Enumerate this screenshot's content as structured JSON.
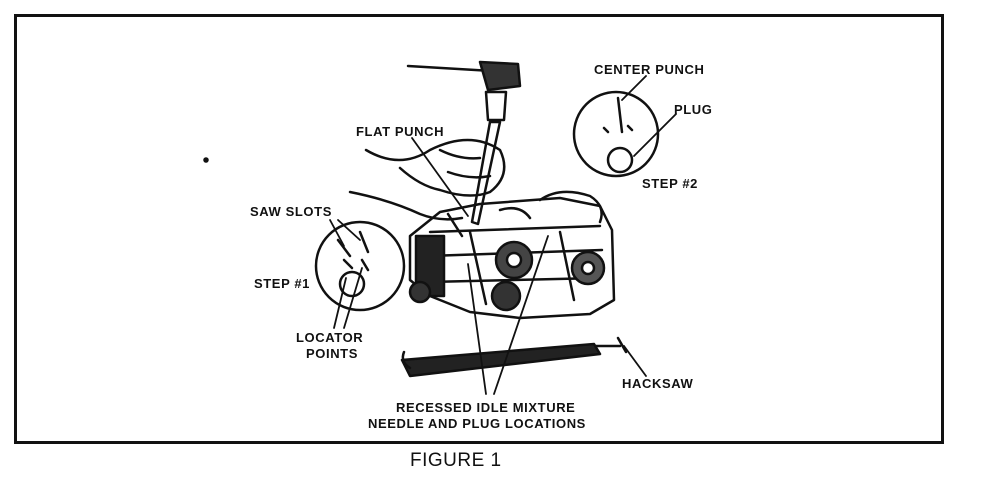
{
  "figure": {
    "caption": "FIGURE 1",
    "labels": {
      "center_punch": "CENTER PUNCH",
      "plug": "PLUG",
      "flat_punch": "FLAT PUNCH",
      "step2": "STEP #2",
      "saw_slots": "SAW SLOTS",
      "step1": "STEP #1",
      "locator_points_1": "LOCATOR",
      "locator_points_2": "POINTS",
      "hacksaw": "HACKSAW",
      "recessed_1": "RECESSED IDLE MIXTURE",
      "recessed_2": "NEEDLE AND PLUG LOCATIONS"
    }
  }
}
